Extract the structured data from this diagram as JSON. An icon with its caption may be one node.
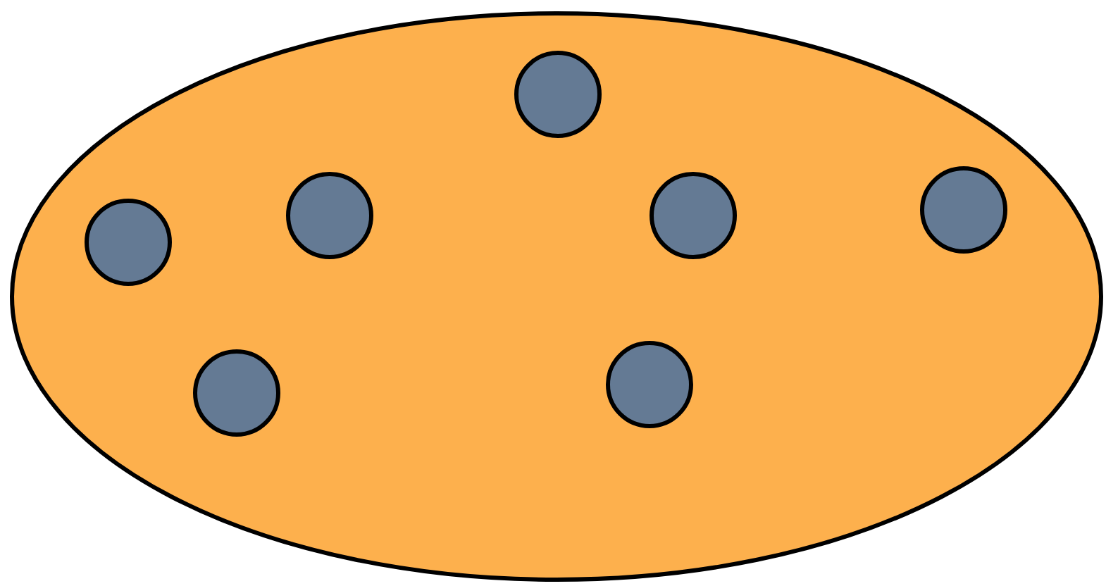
{
  "diagram": {
    "nodes": [
      {
        "text": [],
        "shape": "ellipse"
      },
      {
        "text": [],
        "shape": "circle",
        "in": 0
      },
      {
        "text": [],
        "shape": "circle",
        "in": 0
      },
      {
        "text": [],
        "shape": "circle",
        "in": 0
      },
      {
        "text": [],
        "shape": "circle",
        "in": 0
      },
      {
        "text": [],
        "shape": "circle",
        "in": 0
      },
      {
        "text": [],
        "shape": "circle",
        "in": 0
      },
      {
        "text": [],
        "shape": "circle",
        "in": 0
      }
    ]
  }
}
